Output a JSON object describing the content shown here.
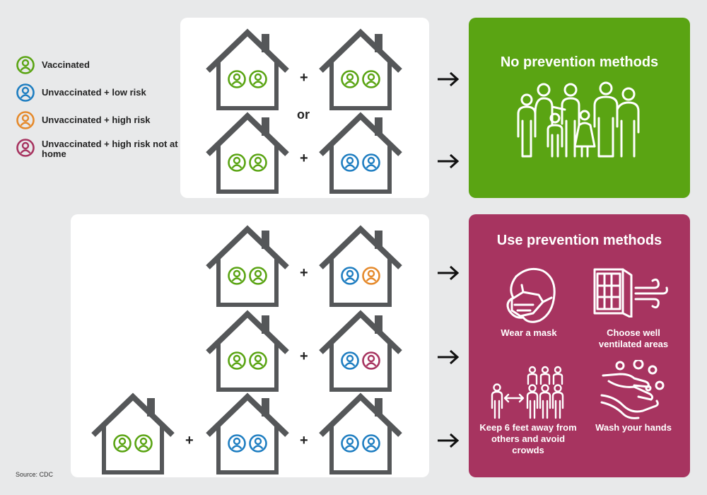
{
  "colors": {
    "vaccinated": "#5aa413",
    "unvaccinated_low": "#1f7ec1",
    "unvaccinated_high": "#e58a2c",
    "unvaccinated_high_away": "#a73460",
    "house": "#555759",
    "no_prevention_bg": "#5aa413",
    "prevention_bg": "#a73460"
  },
  "legend": [
    {
      "label": "Vaccinated",
      "color": "#5aa413",
      "icon": "person-circle-icon"
    },
    {
      "label": "Unvaccinated + low risk",
      "color": "#1f7ec1",
      "icon": "person-circle-icon"
    },
    {
      "label": "Unvaccinated + high risk",
      "color": "#e58a2c",
      "icon": "person-circle-icon"
    },
    {
      "label": "Unvaccinated + high risk not at home",
      "color": "#a73460",
      "icon": "person-circle-icon"
    }
  ],
  "operators": {
    "plus": "+",
    "or": "or"
  },
  "no_prevention": {
    "title": "No prevention methods",
    "icon": "family-group-icon"
  },
  "prevention": {
    "title": "Use prevention methods",
    "items": [
      {
        "label": "Wear a mask",
        "icon": "mask-icon"
      },
      {
        "label": "Choose well ventilated areas",
        "icon": "window-ventilation-icon"
      },
      {
        "label": "Keep 6 feet away from others and avoid crowds",
        "icon": "distancing-icon"
      },
      {
        "label": "Wash your hands",
        "icon": "handwashing-icon"
      }
    ]
  },
  "source": "Source: CDC"
}
